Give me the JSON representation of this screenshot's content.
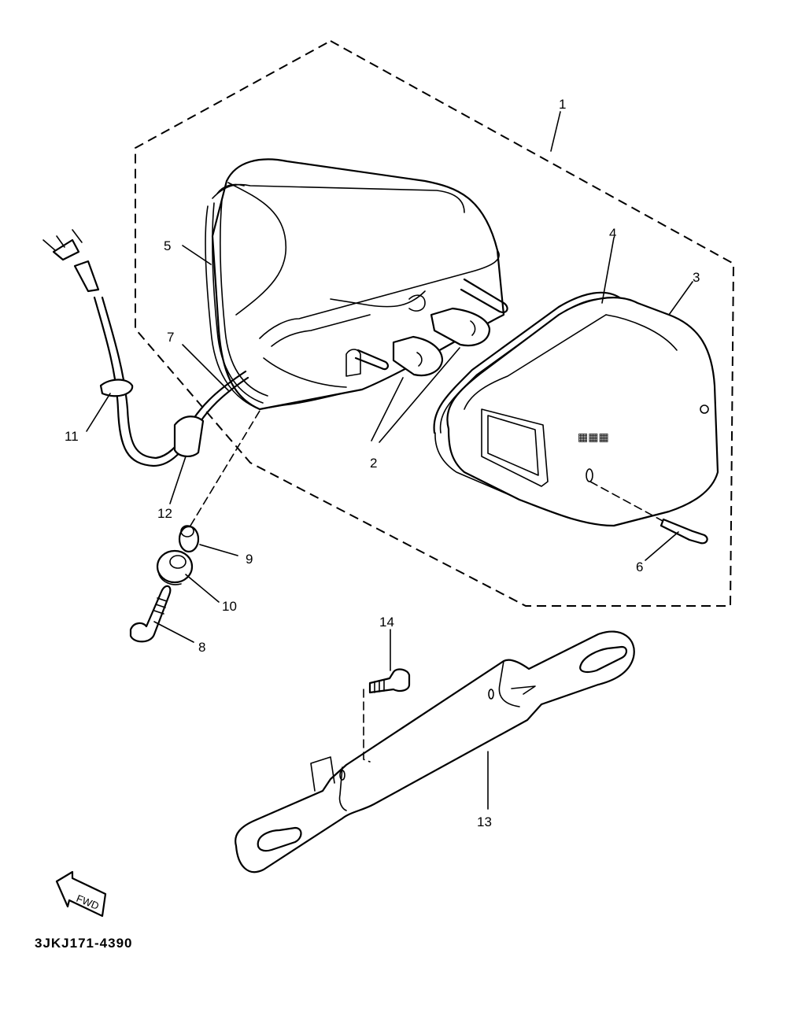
{
  "callouts": {
    "p1": "1",
    "p2": "2",
    "p3": "3",
    "p4": "4",
    "p5": "5",
    "p6": "6",
    "p7": "7",
    "p8": "8",
    "p9": "9",
    "p10": "10",
    "p11": "11",
    "p12": "12",
    "p13": "13",
    "p14": "14"
  },
  "fwd_label": "FWD",
  "diagram_code": "3JKJ171-4390"
}
